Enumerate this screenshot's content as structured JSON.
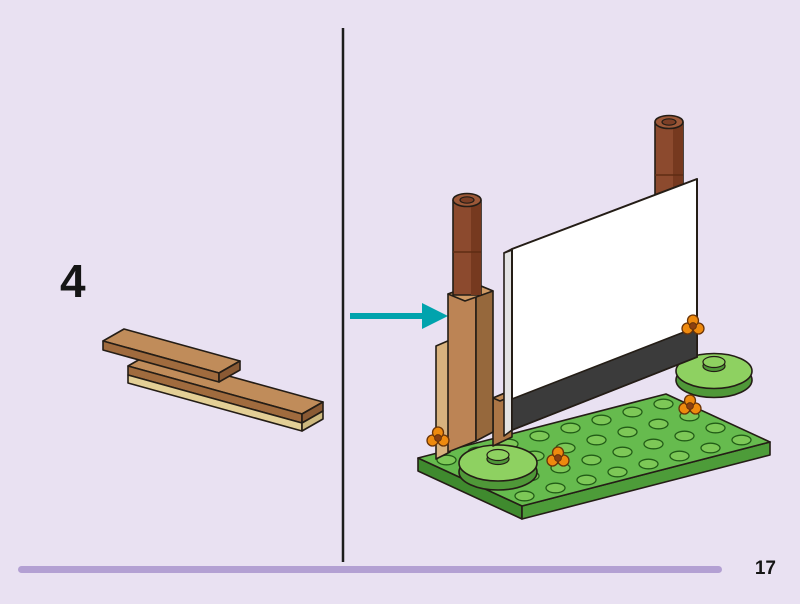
{
  "page": {
    "number": "17",
    "background_color": "#e9e1f2",
    "footer_bar_color": "#b3a0d3",
    "divider_color": "#1c1c1c"
  },
  "step": {
    "number": "4"
  },
  "arrow": {
    "direction": "right",
    "color": "#00a3ad"
  },
  "parts_preview": {
    "pieces": [
      {
        "name": "brown-plank-upper",
        "color": "#bc8455"
      },
      {
        "name": "brown-plank-lower",
        "color": "#bc8455"
      },
      {
        "name": "tan-plate",
        "color": "#e3cf96"
      }
    ]
  },
  "assembly": {
    "baseplate": {
      "color": "#66bb4e",
      "studs_long": 8,
      "studs_wide": 4
    },
    "round_plates": {
      "count": 2,
      "color": "#8ed161"
    },
    "pillars": {
      "count": 2,
      "color": "#8c4a2e"
    },
    "white_panel": {
      "color": "#ffffff",
      "base_strip_color": "#3b3b3b"
    },
    "wall_planks": {
      "color": "#bc8455"
    },
    "flowers": {
      "count": 4,
      "color": "#ee8a0e"
    }
  }
}
